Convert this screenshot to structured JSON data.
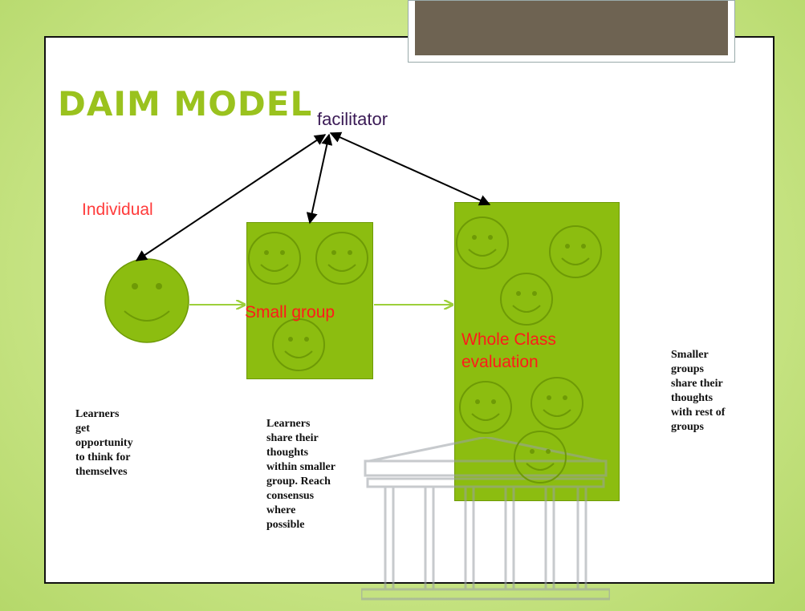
{
  "title": "DAIM MODEL",
  "nodes": {
    "facilitator": "facilitator",
    "individual": "Individual",
    "small_group": "Small group",
    "whole_class": "Whole Class evaluation"
  },
  "descriptions": {
    "individual": "Learners\nget\nopportunity\nto think for\nthemselves",
    "small_group": "Learners\nshare their\nthoughts\nwithin smaller\ngroup. Reach\nconsensus\nwhere\npossible",
    "whole_class": "Smaller\ngroups\nshare their\nthoughts\nwith rest of\ngroups"
  },
  "colors": {
    "title": "#9ac21e",
    "accent_green": "#8cbd10",
    "label_red": "#ff1a1a",
    "facilitator_text": "#3a1a55",
    "tab": "#6e6352"
  }
}
